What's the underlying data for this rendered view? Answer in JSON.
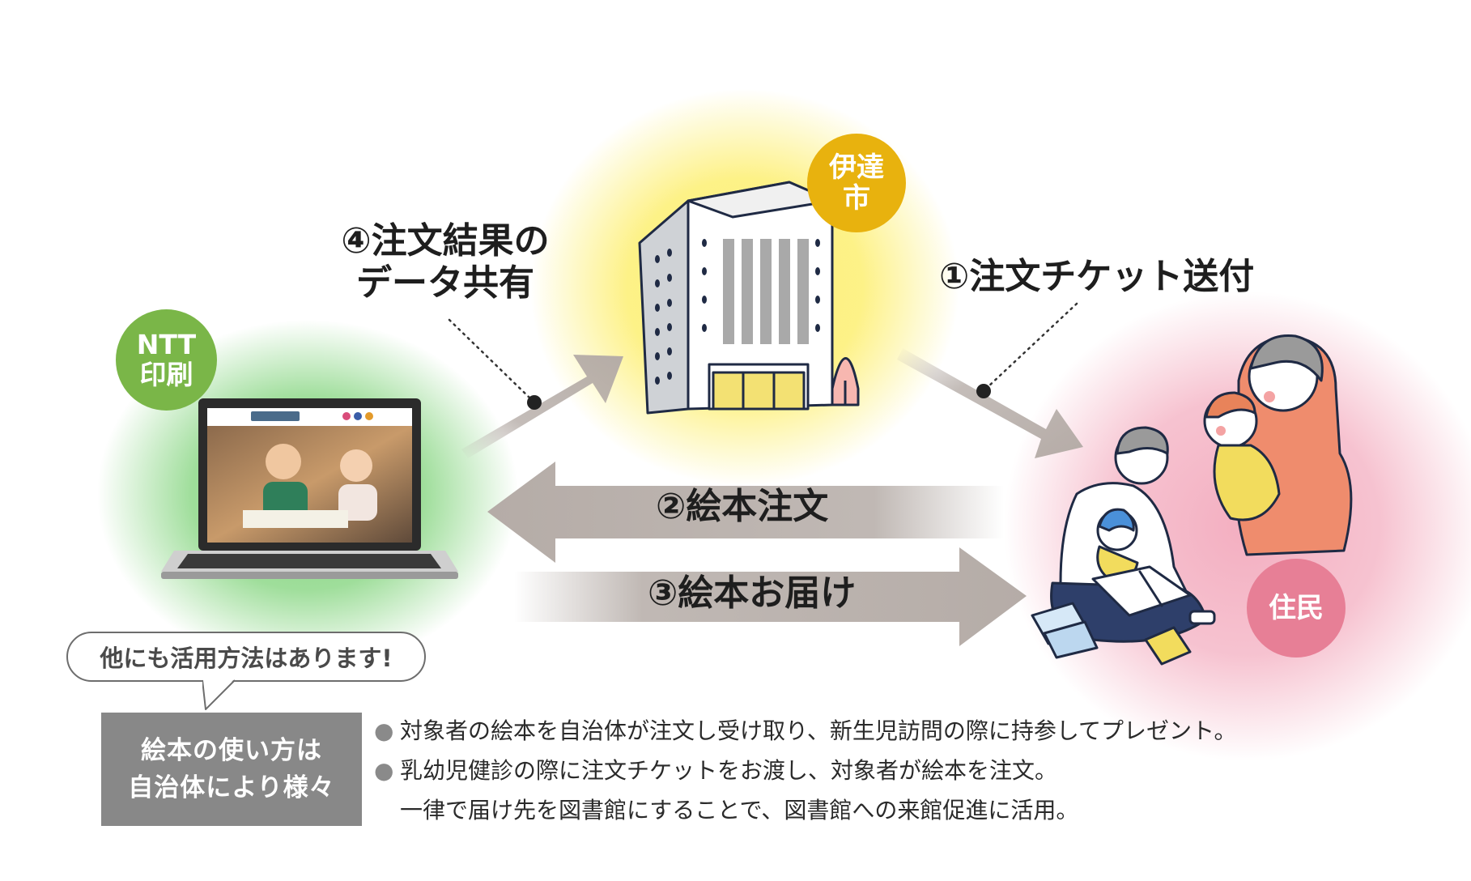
{
  "badges": {
    "city": {
      "line1": "伊達",
      "line2": "市"
    },
    "ntt": {
      "line1": "NTT",
      "line2": "印刷"
    },
    "residents": {
      "label": "住民"
    }
  },
  "flows": {
    "step1": "①注文チケット送付",
    "step2": "②絵本注文",
    "step3": "③絵本お届け",
    "step4": {
      "line1": "④注文結果の",
      "line2": "データ共有"
    }
  },
  "speech_bubble": "他にも活用方法はあります!",
  "usage_box": {
    "line1": "絵本の使い方は",
    "line2": "自治体により様々"
  },
  "notes": [
    {
      "bullet": "●",
      "text": "対象者の絵本を自治体が注文し受け取り、新生児訪問の際に持参してプレゼント。"
    },
    {
      "bullet": "●",
      "text": "乳幼児健診の際に注文チケットをお渡し、対象者が絵本を注文。"
    },
    {
      "bullet": "",
      "text": "一律で届け先を図書館にすることで、図書館への来館促進に活用。"
    }
  ],
  "colors": {
    "arrow": "#b5aca7",
    "city_glow": "#fdf07a",
    "ntt_glow": "#7fd27a",
    "resident_glow": "#f3aec0",
    "city_badge": "#e8b20e",
    "ntt_badge": "#7ab648",
    "resident_badge": "#e77f96",
    "usage_box": "#888888"
  }
}
